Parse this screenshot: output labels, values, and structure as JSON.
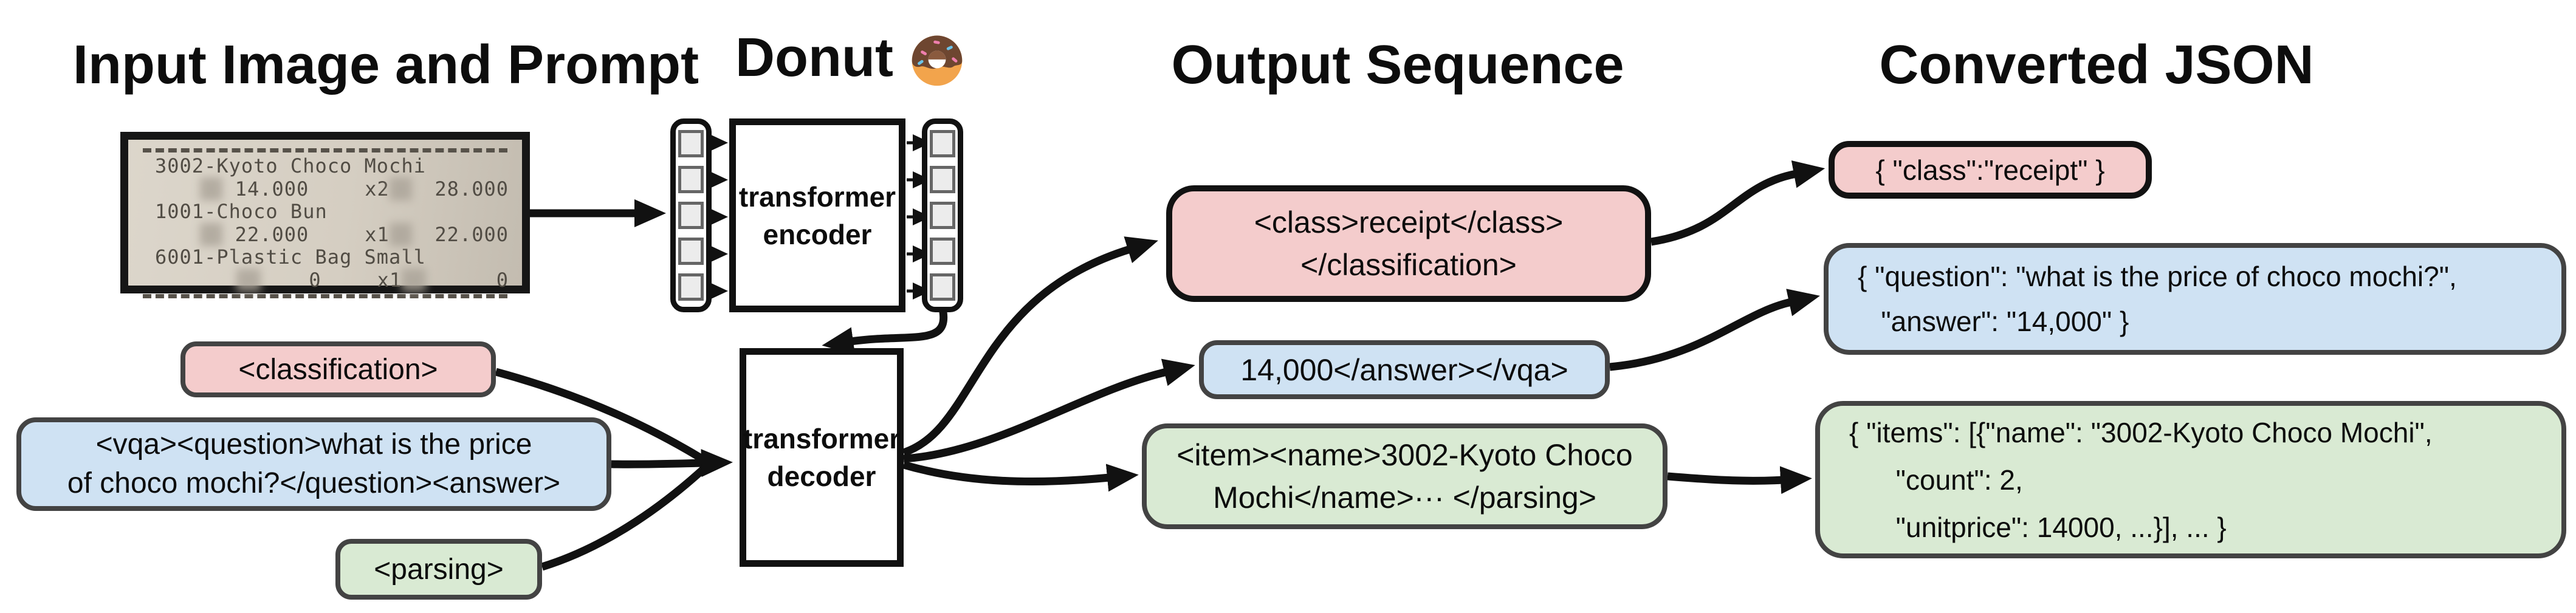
{
  "titles": {
    "input": "Input Image and Prompt",
    "model": "Donut",
    "output": "Output Sequence",
    "json": "Converted JSON"
  },
  "receipt": {
    "items": [
      {
        "name": "3002-Kyoto Choco Mochi",
        "price": "14.000",
        "qty": "x2",
        "total": "28.000"
      },
      {
        "name": "1001-Choco Bun",
        "price": "22.000",
        "qty": "x1",
        "total": "22.000"
      },
      {
        "name": "6001-Plastic Bag Small",
        "price": "0",
        "qty": "x1",
        "total": "0"
      }
    ]
  },
  "encoder": {
    "line1": "transformer",
    "line2": "encoder"
  },
  "decoder": {
    "line1": "transformer",
    "line2": "decoder"
  },
  "prompts": {
    "classification": {
      "text": "<classification>"
    },
    "vqa": {
      "line1": "<vqa><question>what is the price",
      "line2": "of choco mochi?</question><answer>"
    },
    "parsing": {
      "text": "<parsing>"
    }
  },
  "outputs": {
    "classification": {
      "line1": "<class>receipt</class>",
      "line2": "</classification>"
    },
    "vqa": {
      "text": "14,000</answer></vqa>"
    },
    "parsing": {
      "line1": "<item><name>3002-Kyoto Choco",
      "line2": "Mochi</name>··· </parsing>"
    }
  },
  "converted_json": {
    "classification": {
      "text": "{ \"class\":\"receipt\" }"
    },
    "vqa": {
      "line1": "{ \"question\": \"what is the price of choco mochi?\",",
      "line2": "   \"answer\": \"14,000\" }"
    },
    "parsing": {
      "line1": "{ \"items\": [{\"name\": \"3002-Kyoto Choco Mochi\",",
      "line2": "      \"count\": 2,",
      "line3": "      \"unitprice\": 14000, ...}], ... }"
    }
  },
  "colors": {
    "pink": "#f4cccc",
    "blue": "#cfe2f3",
    "green": "#d9ead3",
    "border_dark": "#434343",
    "border_black": "#121212"
  }
}
